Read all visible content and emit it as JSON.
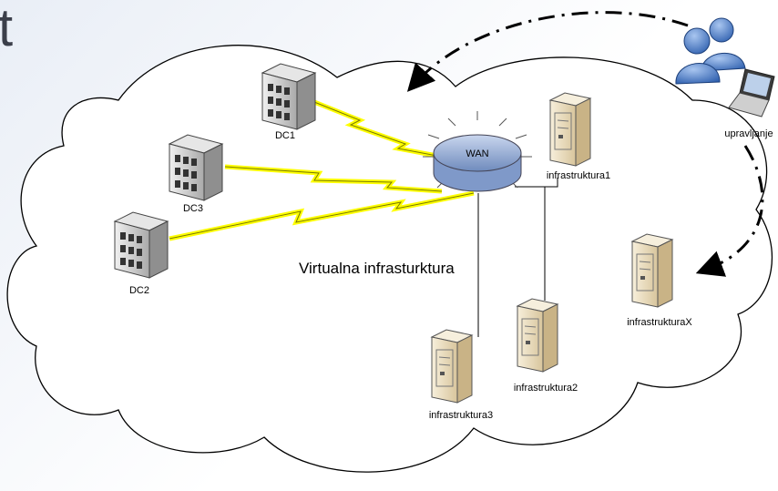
{
  "title_fragment": "t",
  "cloud_label": "Virtualna infrasturktura",
  "hub": {
    "label": "WAN"
  },
  "datacenters": [
    {
      "id": "dc1",
      "label": "DC1"
    },
    {
      "id": "dc3",
      "label": "DC3"
    },
    {
      "id": "dc2",
      "label": "DC2"
    }
  ],
  "servers": [
    {
      "id": "infra1",
      "label": "infrastruktura1"
    },
    {
      "id": "infra2",
      "label": "infrastruktura2"
    },
    {
      "id": "infra3",
      "label": "infrastruktura3"
    },
    {
      "id": "infrax",
      "label": "infrastrukturaX"
    }
  ],
  "management": {
    "label": "upravljanje",
    "icon": "users-laptop-icon"
  },
  "colors": {
    "link_fill": "#ffff00",
    "link_stroke": "#6b6b00",
    "hub_fill": "#9fb3d6",
    "server_fill": "#efe3c6",
    "building_fill": "#d7d7d7",
    "cloud_stroke": "#000000"
  }
}
